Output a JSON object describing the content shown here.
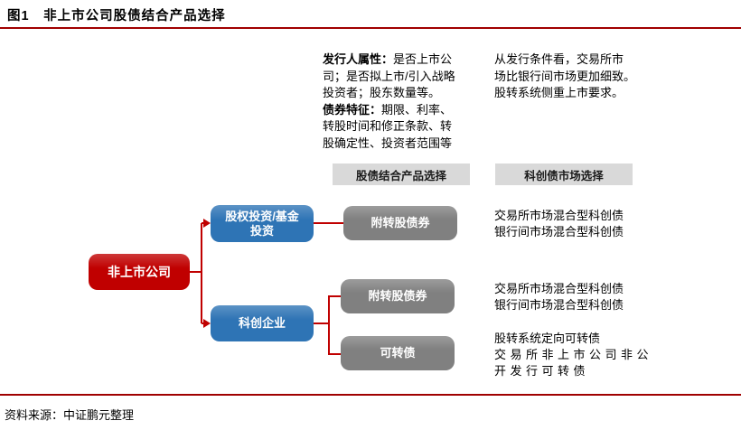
{
  "title": "图1　非上市公司股债结合产品选择",
  "colors": {
    "accent_red": "#C00000",
    "node_blue": "#2E74B5",
    "node_gray": "#808080",
    "header_bar_gray": "#D9D9D9",
    "rule_red": "#A00000"
  },
  "notes": {
    "issuer": {
      "lines": [
        {
          "bold": "发行人属性：",
          "text": "是否上市公"
        },
        {
          "text": "司；是否拟上市/引入战略"
        },
        {
          "text": "投资者；股东数量等。"
        },
        {
          "bold": "债券特征：",
          "text": "期限、利率、"
        },
        {
          "text": "转股时间和修正条款、转"
        },
        {
          "text": "股确定性、投资者范围等"
        }
      ]
    },
    "market": {
      "lines": [
        "从发行条件看，交易所市",
        "场比银行间市场更加细致。",
        "股转系统侧重上市要求。"
      ]
    }
  },
  "column_headers": {
    "products": "股债结合产品选择",
    "market": "科创债市场选择"
  },
  "diagram": {
    "root": "非上市公司",
    "level2": [
      "股权投资/基金投资",
      "科创企业"
    ],
    "products": [
      "附转股债券",
      "附转股债券",
      "可转债"
    ],
    "annotations": [
      [
        "交易所市场混合型科创债",
        "银行间市场混合型科创债"
      ],
      [
        "交易所市场混合型科创债",
        "银行间市场混合型科创债"
      ],
      [
        "股转系统定向可转债",
        "交易所非上市公司非公",
        "开发行可转债"
      ]
    ]
  },
  "footer": "资料来源：中证鹏元整理"
}
